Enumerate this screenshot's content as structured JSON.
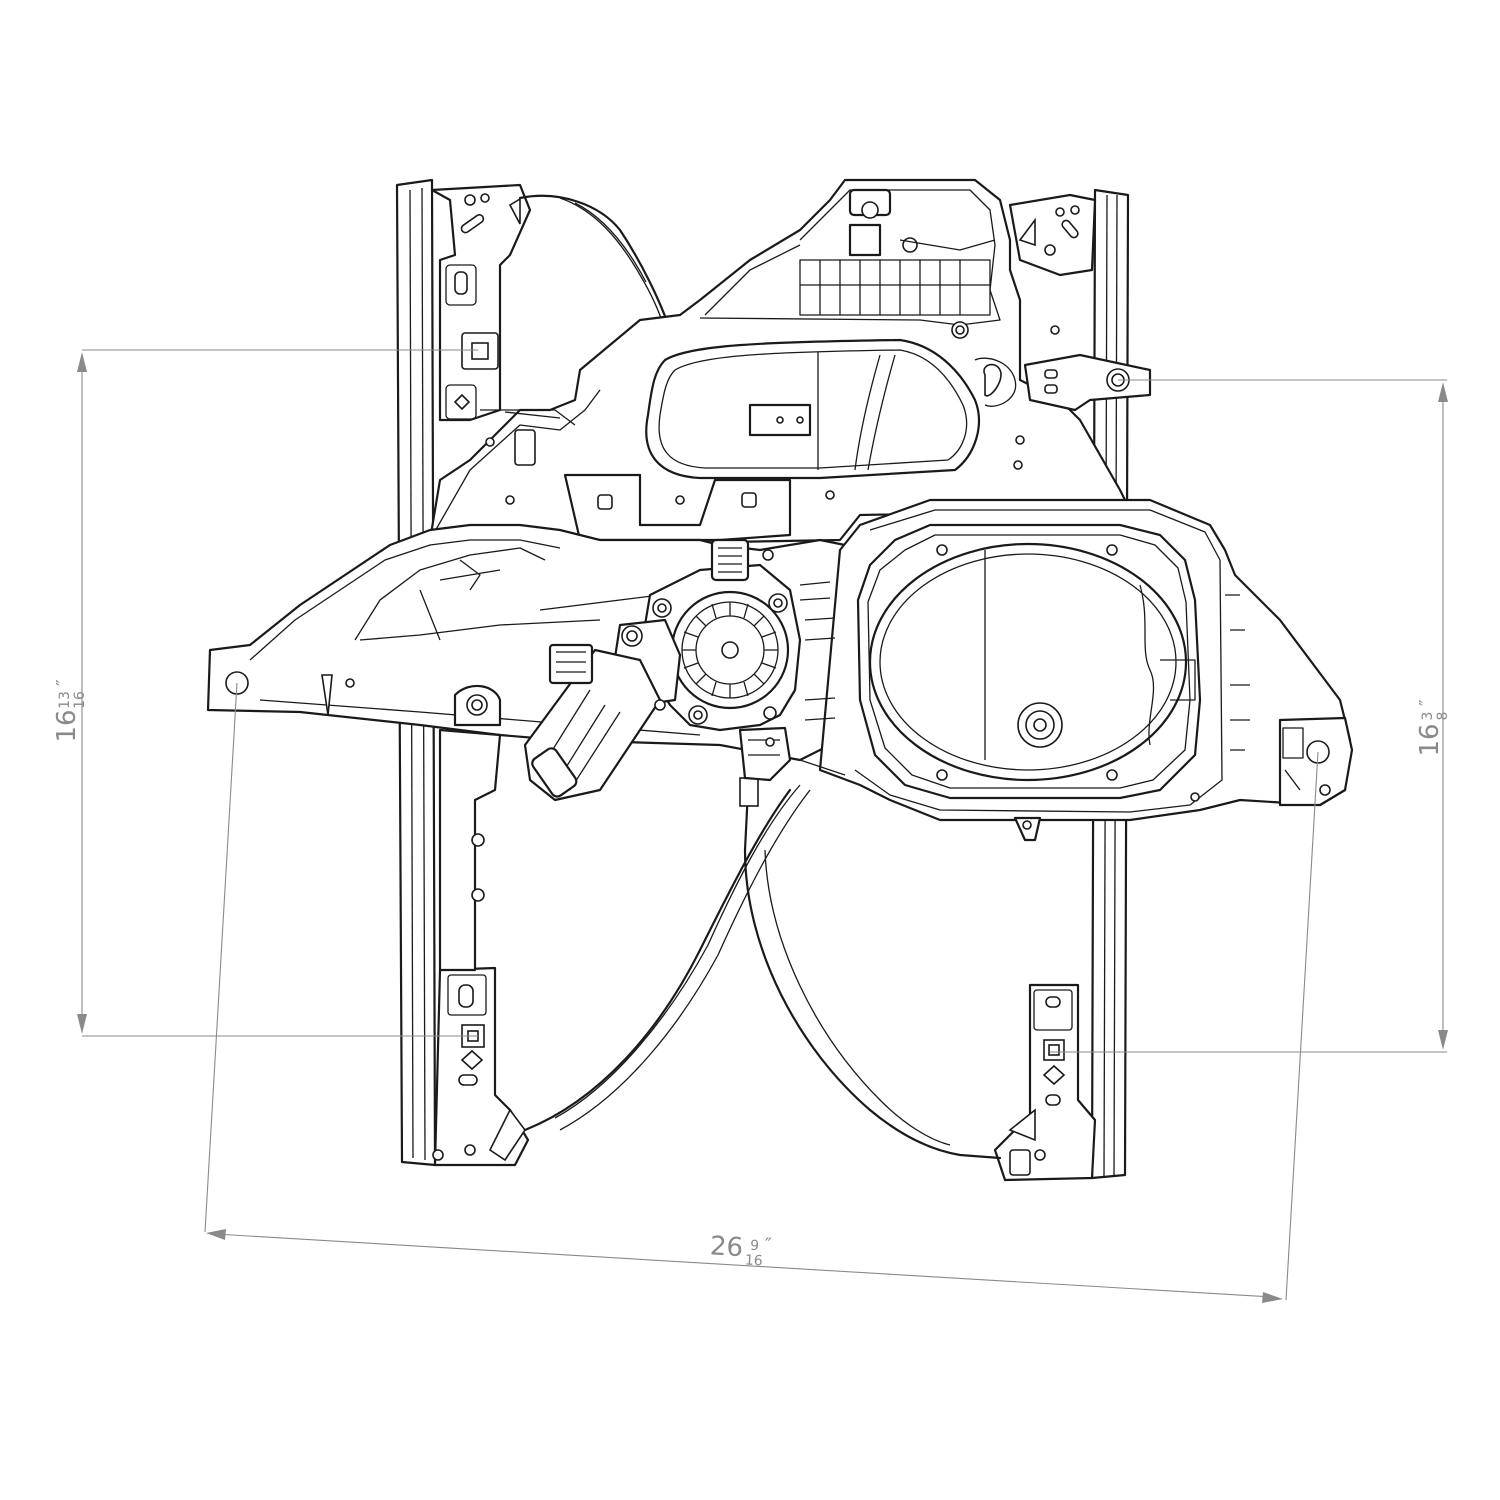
{
  "dimensions": {
    "left_height": {
      "whole": "16",
      "num": "13",
      "den": "16",
      "unit": "″"
    },
    "right_height": {
      "whole": "16",
      "num": "3",
      "den": "8",
      "unit": "″"
    },
    "width": {
      "whole": "26",
      "num": "9",
      "den": "16",
      "unit": "″"
    }
  },
  "colors": {
    "line": "#1a1a1a",
    "dimension": "#8a8a8a",
    "background": "#ffffff"
  }
}
